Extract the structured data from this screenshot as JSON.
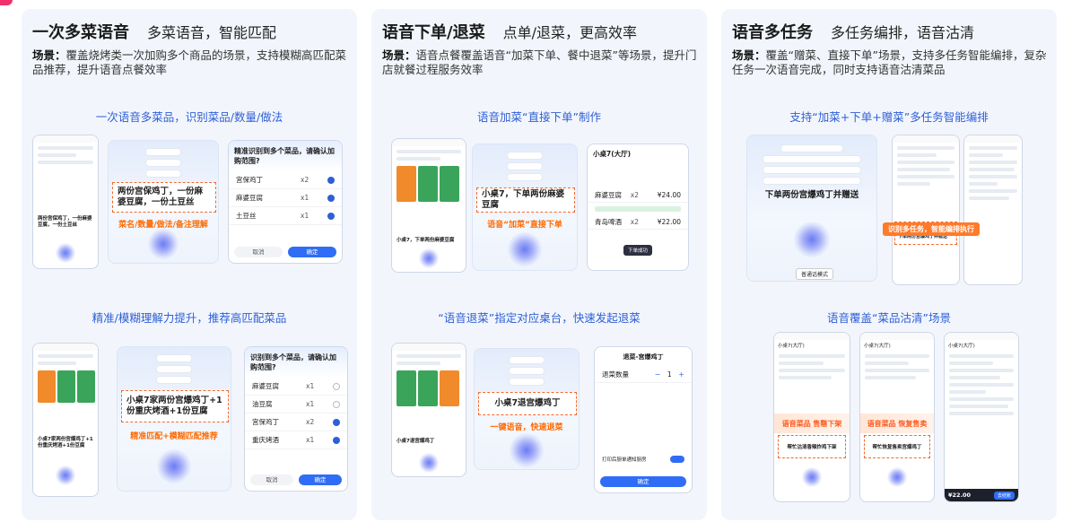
{
  "panels": [
    {
      "title": "一次多菜语音",
      "subtitle": "多菜语音，智能匹配",
      "scene_label": "场景：",
      "scene_text": "覆盖烧烤类一次加购多个商品的场景，支持模糊高匹配菜品推荐，提升语音点餐效率",
      "sections": [
        {
          "heading": "一次语音多菜品，识别菜品/数量/做法",
          "bubble": "两份宫保鸡丁，一份麻婆豆腐，一份土豆丝",
          "tagline": "菜名/数量/做法/备注理解",
          "phone_bubble": "两份宫保鸡丁，一份麻婆豆腐，一份土豆丝",
          "dialog_title": "精准识别到多个菜品，请确认加购范围?",
          "items": [
            {
              "name": "宫保鸡丁",
              "qty": "x2",
              "checked": true
            },
            {
              "name": "麻婆豆腐",
              "qty": "x1",
              "checked": true
            },
            {
              "name": "土豆丝",
              "qty": "x1",
              "checked": true
            }
          ],
          "cancel": "取消",
          "confirm": "确定"
        },
        {
          "heading": "精准/模糊理解力提升，推荐高匹配菜品",
          "bubble": "小桌7家两份宫爆鸡丁+1份重庆烤酒+1份豆腐",
          "tagline": "精准匹配+模糊匹配推荐",
          "phone_bubble": "小桌7家两份宫爆鸡丁+1份重庆烤酒+1份豆腐",
          "dialog_title": "识别到多个菜品，请确认加购范围?",
          "items": [
            {
              "name": "麻婆豆腐",
              "qty": "x1",
              "checked": false
            },
            {
              "name": "油豆腐",
              "qty": "x1",
              "checked": false
            },
            {
              "name": "宫保鸡丁",
              "qty": "x2",
              "checked": true
            },
            {
              "name": "重庆烤酒",
              "qty": "x1",
              "checked": true
            }
          ],
          "cancel": "取消",
          "confirm": "确定"
        }
      ]
    },
    {
      "title": "语音下单/退菜",
      "subtitle": "点单/退菜，更高效率",
      "scene_label": "场景：",
      "scene_text": "语音点餐覆盖语音“加菜下单、餐中退菜”等场景，提升门店就餐过程服务效率",
      "sections": [
        {
          "heading": "语音加菜“直接下单”制作",
          "bubble": "小桌7，下单两份麻婆豆腐",
          "tagline": "语音“加菜”直接下单",
          "phone_bubble": "小桌7，下单两份麻婆豆腐",
          "order_title": "小桌7(大厅)",
          "order_items": [
            {
              "name": "麻婆豆腐",
              "qty": "x2",
              "price": "¥24.00"
            },
            {
              "name": "青岛啤酒",
              "qty": "x2",
              "price": "¥22.00"
            }
          ],
          "toast": "下单成功"
        },
        {
          "heading": "“语音退菜”指定对应桌台，快速发起退菜",
          "bubble": "小桌7退宫爆鸡丁",
          "tagline": "一键语音，快速退菜",
          "phone_bubble": "小桌7退宫爆鸡丁",
          "refund_title": "退菜-宫爆鸡丁",
          "refund_qty_label": "退菜数量",
          "refund_qty": "1",
          "refund_print": "打印后厨单通知厨房",
          "confirm": "确定"
        }
      ]
    },
    {
      "title": "语音多任务",
      "subtitle": "多任务编排，语音沽清",
      "scene_label": "场景：",
      "scene_text": "覆盖“赠菜、直接下单”场景，支持多任务智能编排，复杂任务一次语音完成，同时支持语音沽清菜品",
      "sections": [
        {
          "heading": "支持“加菜+下单+赠菜”多任务智能编排",
          "voice_text": "下单两份宫爆鸡丁并赠送",
          "tagline": "识别多任务，智能编排执行",
          "phone_bubble": "下单两份宫爆鸡丁并赠送",
          "button": "普通话模式"
        },
        {
          "heading": "语音覆盖“菜品沽清”场景",
          "screens": [
            {
              "tag": "语音菜品 售罄下架",
              "bubble": "帮忙沽清香辣炸鸡下架",
              "table": "小桌7(大厅)"
            },
            {
              "tag": "语音菜品 恢复售卖",
              "bubble": "帮忙恢复售卖宫爆鸡丁",
              "table": "小桌7(大厅)"
            },
            {
              "tag": "",
              "bubble": "",
              "table": "小桌7(大厅)",
              "total": "¥22.00",
              "pay": "去结账"
            }
          ]
        }
      ]
    }
  ]
}
